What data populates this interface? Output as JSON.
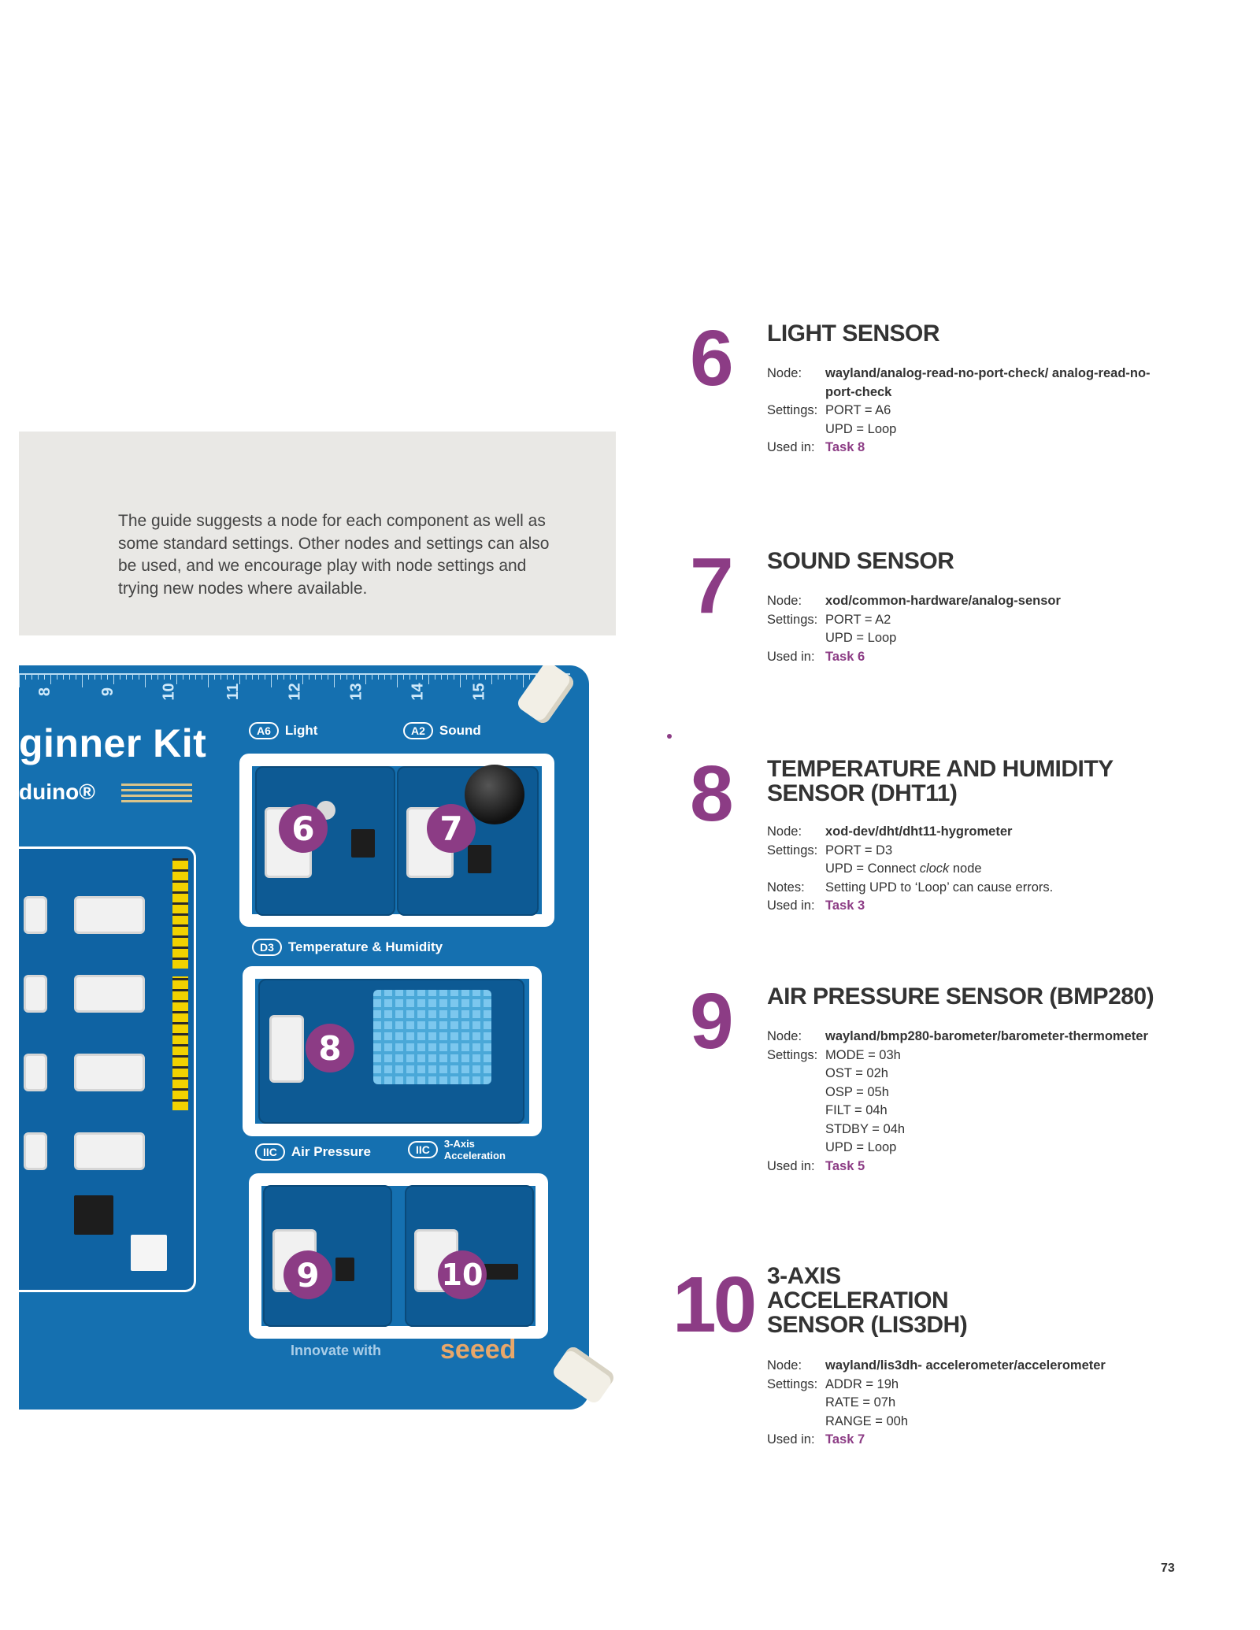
{
  "intro": {
    "text": "The guide suggests a node for each component as well as some standard settings. Other nodes and settings can also be used, and we encourage play with node settings and trying new nodes where available."
  },
  "board": {
    "kit_title": "ginner Kit",
    "kit_sub": "duino®",
    "ruler": [
      "8",
      "9",
      "10",
      "11",
      "12",
      "13",
      "14",
      "15"
    ],
    "labels": {
      "light_port": "A6",
      "light": "Light",
      "sound_port": "A2",
      "sound": "Sound",
      "temp_port": "D3",
      "temp": "Temperature & Humidity",
      "air_port": "IIC",
      "air": "Air Pressure",
      "accel_port": "IIC",
      "accel": "3-Axis Acceleration"
    },
    "badges": [
      "6",
      "7",
      "8",
      "9",
      "10"
    ],
    "footer_text": "Innovate with",
    "footer_logo": "seeed"
  },
  "entries": [
    {
      "num": "6",
      "title": "LIGHT SENSOR",
      "rows": [
        {
          "k": "Node:",
          "v": "wayland/analog-read-no-port-check/ analog-read-no-port-check",
          "bold": true
        },
        {
          "k": "Settings:",
          "v": "PORT = A6"
        },
        {
          "k": "",
          "v": "UPD = Loop"
        },
        {
          "k": "Used in:",
          "v": "Task 8",
          "task": true
        }
      ]
    },
    {
      "num": "7",
      "title": "SOUND SENSOR",
      "rows": [
        {
          "k": "Node:",
          "v": "xod/common-hardware/analog-sensor",
          "bold": true
        },
        {
          "k": "Settings:",
          "v": "PORT = A2"
        },
        {
          "k": "",
          "v": "UPD = Loop"
        },
        {
          "k": "Used in:",
          "v": "Task 6",
          "task": true
        }
      ]
    },
    {
      "num": "8",
      "title": "TEMPERATURE AND HUMIDITY SENSOR (DHT11)",
      "rows": [
        {
          "k": "Node:",
          "v": "xod-dev/dht/dht11-hygrometer",
          "bold": true
        },
        {
          "k": "Settings:",
          "v": "PORT = D3"
        },
        {
          "k": "",
          "v_pre": "UPD = Connect ",
          "v_em": "clock",
          "v_post": " node"
        },
        {
          "k": "Notes:",
          "v": "Setting UPD to ‘Loop’ can cause errors."
        },
        {
          "k": "Used in:",
          "v": "Task 3",
          "task": true
        }
      ]
    },
    {
      "num": "9",
      "title": "AIR PRESSURE SENSOR (BMP280)",
      "rows": [
        {
          "k": "Node:",
          "v": "wayland/bmp280-barometer/barometer-thermometer",
          "bold": true
        },
        {
          "k": "Settings:",
          "v": "MODE = 03h"
        },
        {
          "k": "",
          "v": "OST = 02h"
        },
        {
          "k": "",
          "v": "OSP = 05h"
        },
        {
          "k": "",
          "v": "FILT = 04h"
        },
        {
          "k": "",
          "v": "STDBY = 04h"
        },
        {
          "k": "",
          "v": "UPD = Loop"
        },
        {
          "k": "Used in:",
          "v": "Task 5",
          "task": true
        }
      ]
    },
    {
      "num": "10",
      "title": "3-AXIS ACCELERATION SENSOR (LIS3DH)",
      "rows": [
        {
          "k": "Node:",
          "v": "wayland/lis3dh- accelerometer/accelerometer",
          "bold": true
        },
        {
          "k": "Settings:",
          "v": "ADDR = 19h"
        },
        {
          "k": "",
          "v": "RATE = 07h"
        },
        {
          "k": "",
          "v": "RANGE = 00h"
        },
        {
          "k": "Used in:",
          "v": "Task 7",
          "task": true
        }
      ]
    }
  ],
  "page_number": "73"
}
